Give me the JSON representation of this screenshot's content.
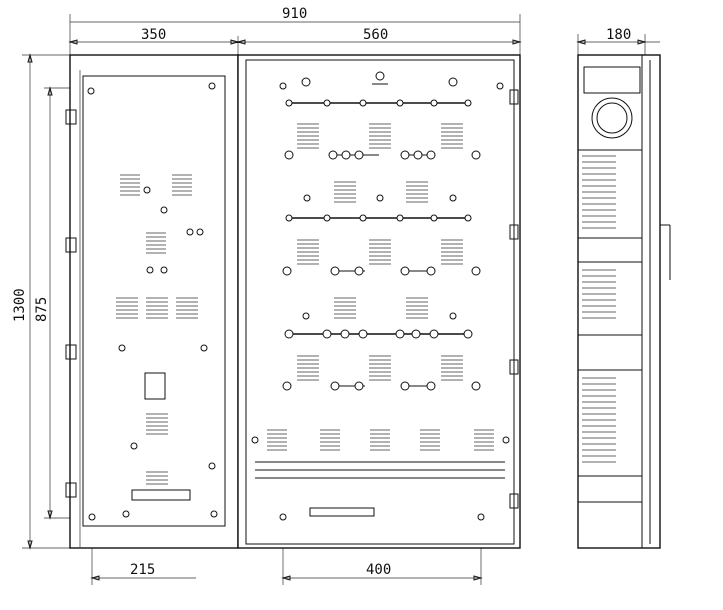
{
  "dimensions": {
    "overall_width": "910",
    "left_width": "350",
    "right_width": "560",
    "side_width": "180",
    "overall_height": "1300",
    "inner_height": "875",
    "bottom_left": "215",
    "bottom_right": "400"
  },
  "colors": {
    "line": "#111111",
    "background": "#ffffff"
  },
  "icons": [
    "lifting-ring-icon",
    "terminal-screw-icon",
    "vent-slot-icon",
    "hinge-icon"
  ]
}
